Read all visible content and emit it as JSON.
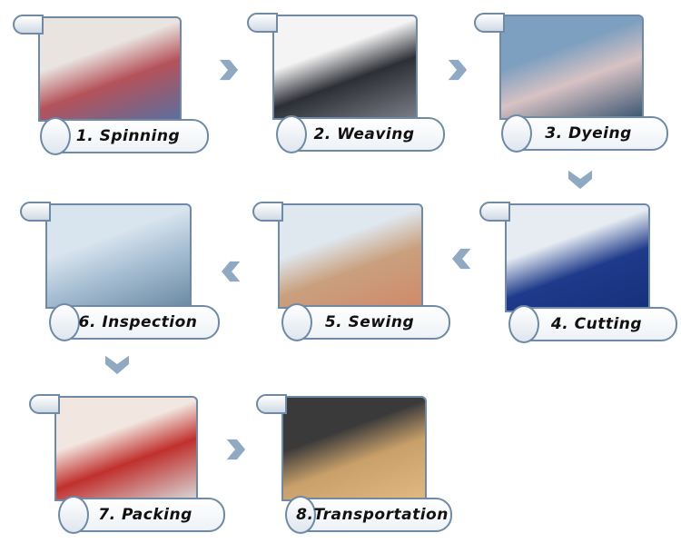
{
  "steps": [
    {
      "label": "1. Spinning",
      "photo": "spinning-mill-photo",
      "colors": [
        "#e9e4e0",
        "#b5525a",
        "#5a6fa0"
      ]
    },
    {
      "label": "2. Weaving",
      "photo": "weaving-loom-photo",
      "colors": [
        "#f4f4f4",
        "#2d2f36",
        "#7a7d86"
      ]
    },
    {
      "label": "3. Dyeing",
      "photo": "dyeing-machine-photo",
      "colors": [
        "#7d9fc0",
        "#d7c2c4",
        "#3b5570"
      ]
    },
    {
      "label": "4. Cutting",
      "photo": "fabric-cutting-photo",
      "colors": [
        "#e6ecf2",
        "#1e3a8a",
        "#16307a"
      ]
    },
    {
      "label": "5. Sewing",
      "photo": "sewing-workshop-photo",
      "colors": [
        "#dfe7ef",
        "#c9a07e",
        "#d08a6a"
      ]
    },
    {
      "label": "6. Inspection",
      "photo": "inspection-room-photo",
      "colors": [
        "#d8e4ee",
        "#a9c0d4",
        "#6b8aa3"
      ]
    },
    {
      "label": "7. Packing",
      "photo": "packing-workers-photo",
      "colors": [
        "#f2e6e0",
        "#c0302d",
        "#d8d8d8"
      ]
    },
    {
      "label": "8.Transportation",
      "photo": "shipping-container-photo",
      "colors": [
        "#3a3a3a",
        "#c9a06a",
        "#e0b880"
      ]
    }
  ],
  "arrows": [
    "right",
    "right",
    "down",
    "left",
    "left",
    "down",
    "right"
  ],
  "arrow_color": "#8fa9c2"
}
